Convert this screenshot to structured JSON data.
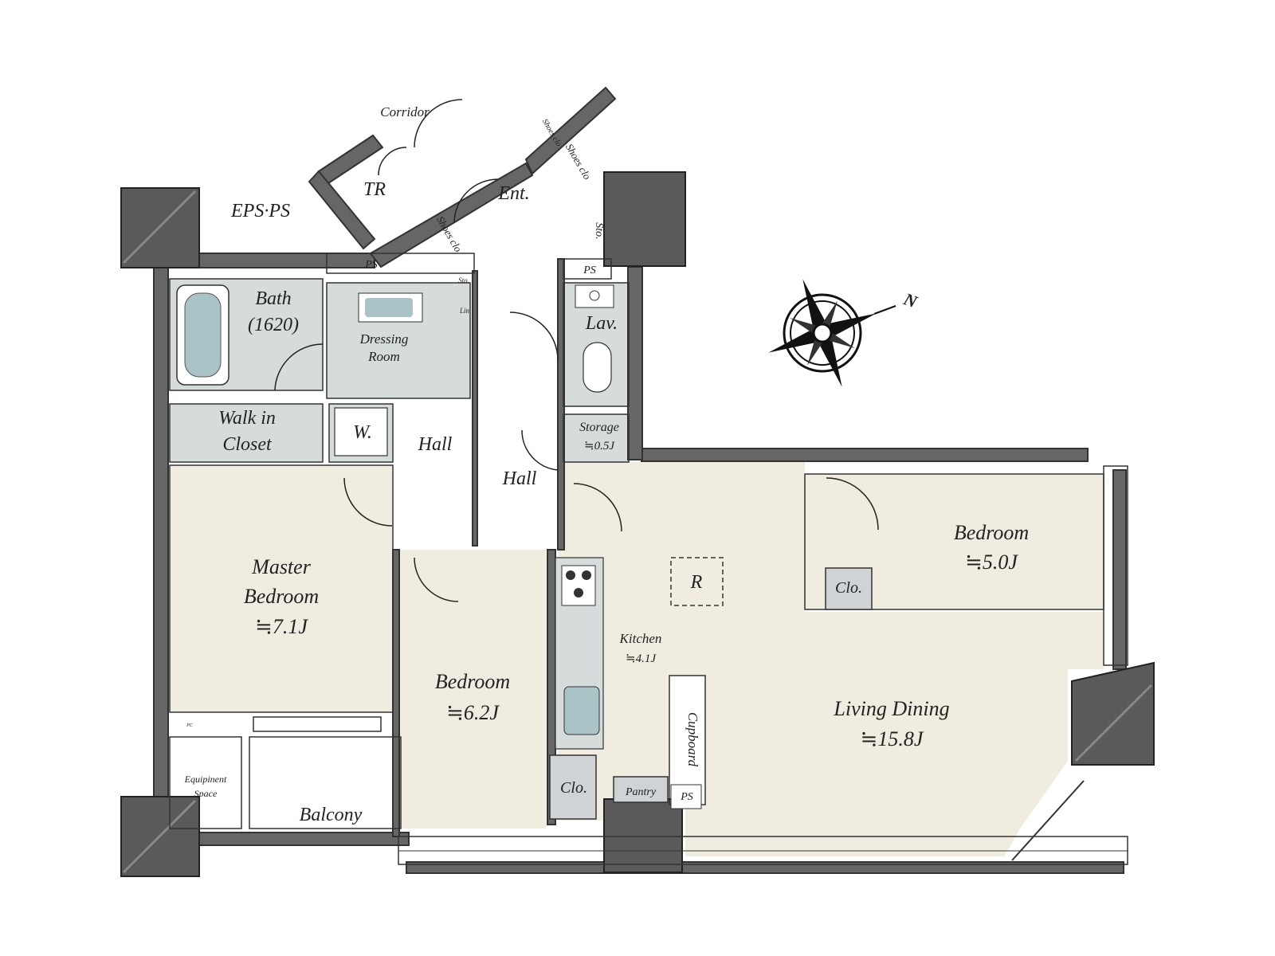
{
  "labels": {
    "corridor": "Corridor",
    "tr": "TR",
    "eps_ps": "EPS·PS",
    "ent": "Ent.",
    "shoes_clo_1": "Shoes clo",
    "shoes_clo_2": "Shoes clo",
    "shoes_clo_3": "Shoes\nclo",
    "ps_top": "PS",
    "ps_lav": "PS",
    "ps_kitchen": "PS",
    "sto_small": "Sto.",
    "sto_right": "Sto.",
    "lin": "Lin",
    "bath": "Bath",
    "bath_size": "(1620)",
    "dressing": "Dressing",
    "dressing_room": "Room",
    "lav": "Lav.",
    "storage": "Storage",
    "storage_size": "≒0.5J",
    "walk_in": "Walk in",
    "closet": "Closet",
    "w": "W.",
    "hall_left": "Hall",
    "hall_center": "Hall",
    "master": "Master",
    "master_bedroom": "Bedroom",
    "master_size": "≒7.1J",
    "bedroom2": "Bedroom",
    "bedroom2_size": "≒6.2J",
    "bedroom3": "Bedroom",
    "bedroom3_size": "≒5.0J",
    "clo_bed3": "Clo.",
    "clo_bed2": "Clo.",
    "kitchen": "Kitchen",
    "kitchen_size": "≒4.1J",
    "fridge": "R",
    "cupboard": "Cupboard",
    "pantry": "Pantry",
    "living": "Living Dining",
    "living_size": "≒15.8J",
    "equipment": "Equipinent",
    "equipment_space": "Space",
    "balcony": "Balcony",
    "pc": "PC"
  },
  "compass": {
    "north_label": "N"
  },
  "colors": {
    "wall": "#666666",
    "room_beige": "#f1ece0",
    "wet_area": "#d6dcdc",
    "fixture_teal": "#a9c3c6"
  }
}
